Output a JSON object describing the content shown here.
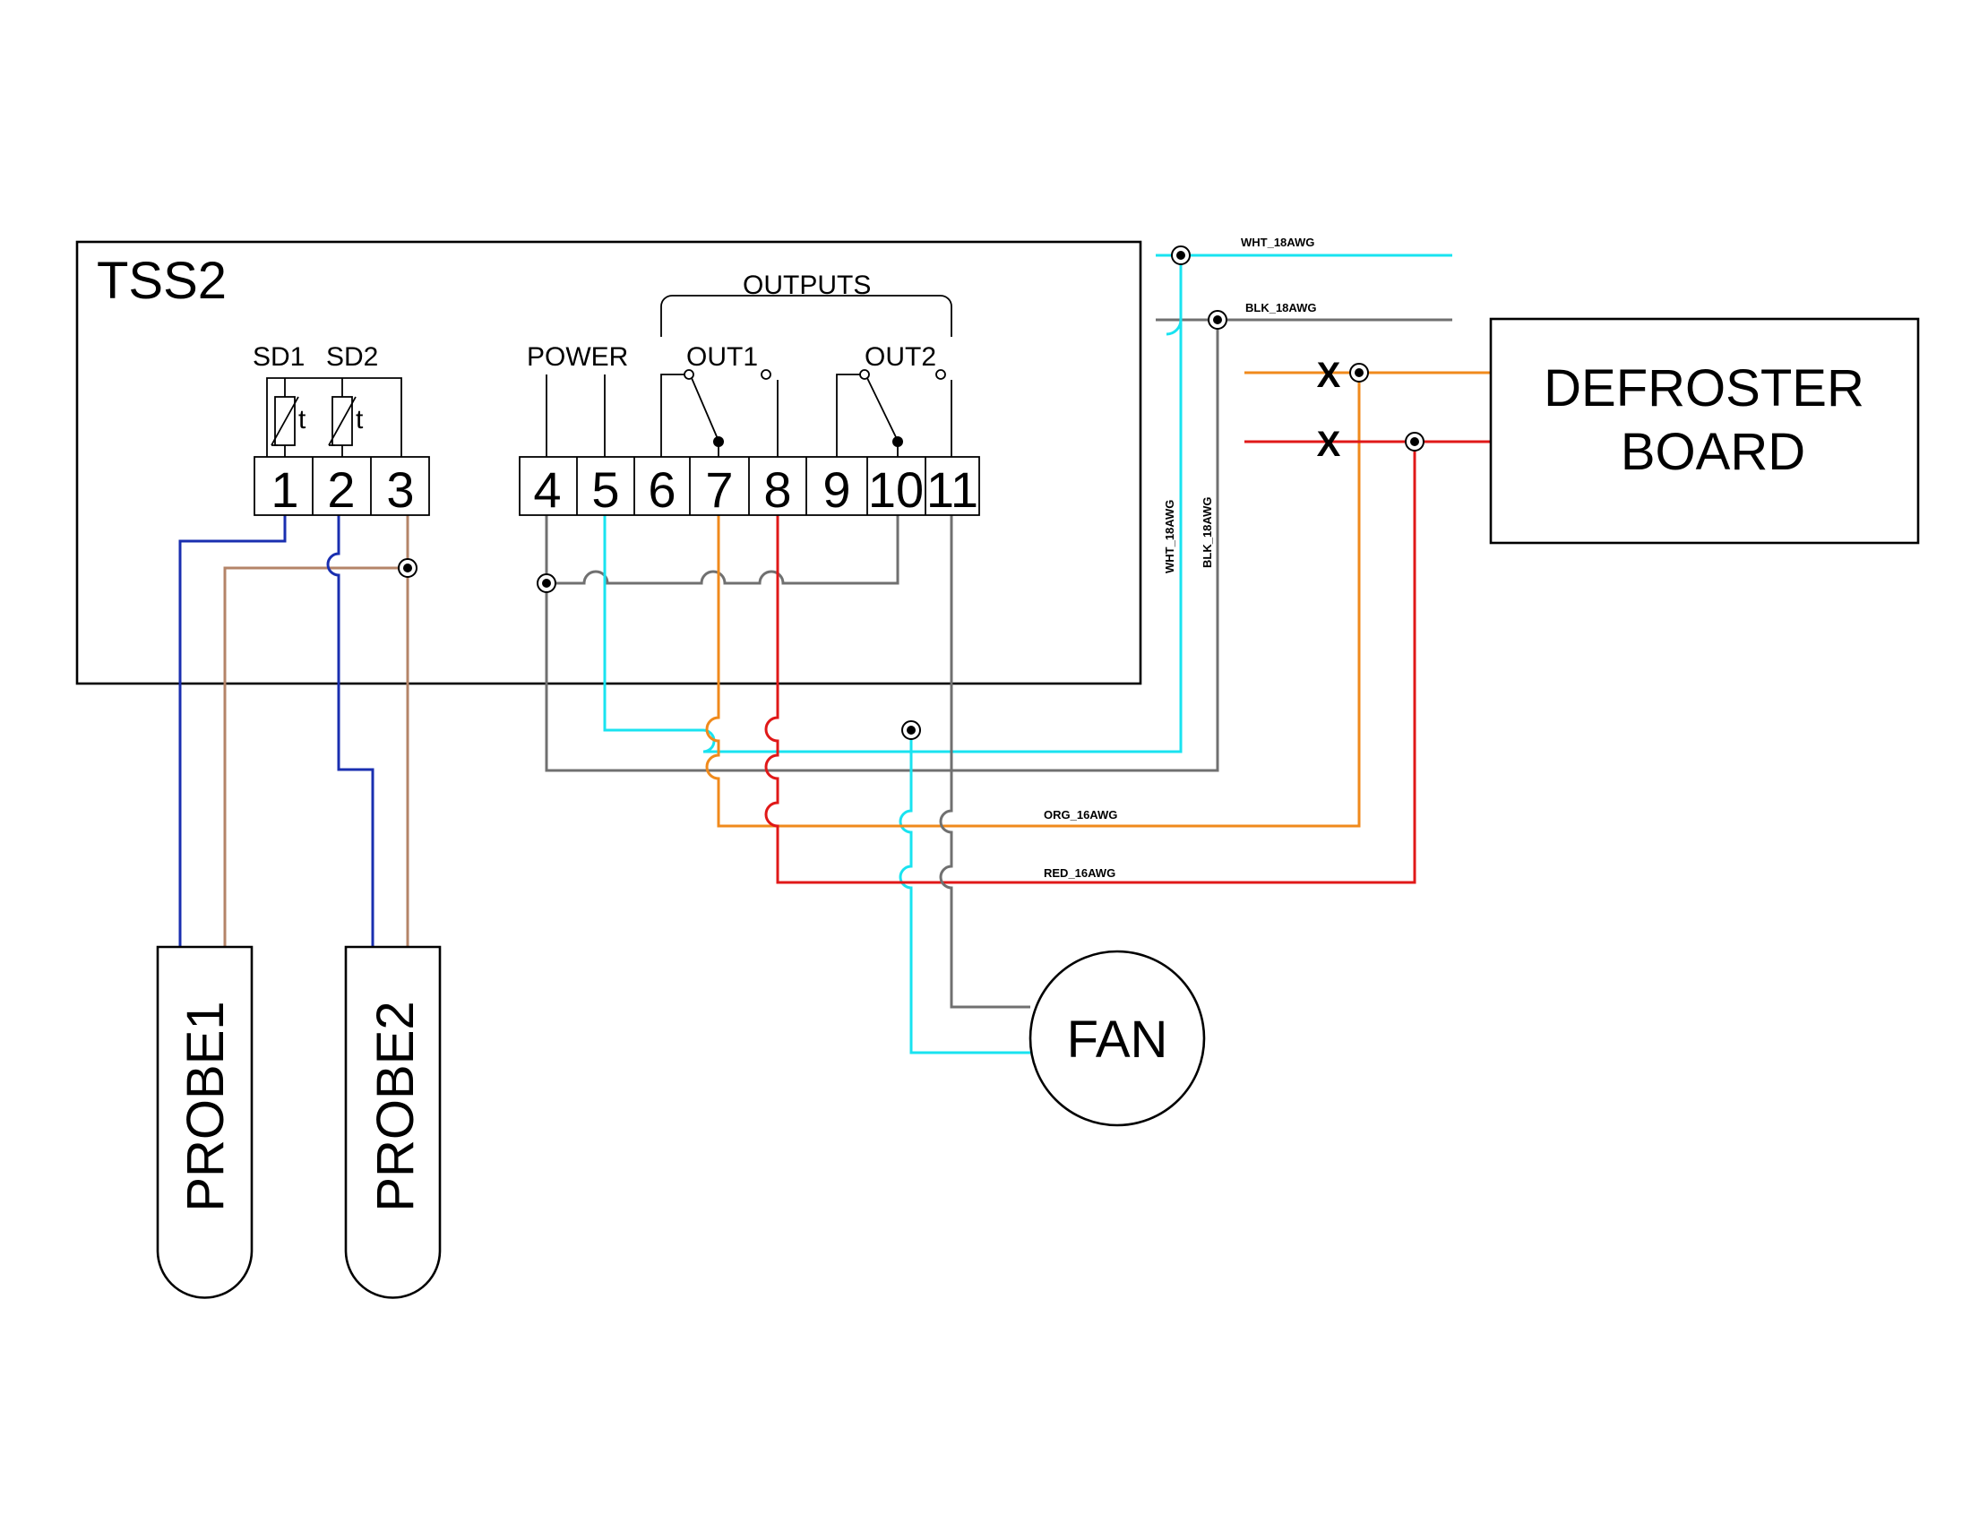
{
  "controller": {
    "title": "TSS2"
  },
  "sensor_labels": {
    "sd1": "SD1",
    "sd2": "SD2",
    "thermistor_symbol": "t"
  },
  "terminals": [
    "1",
    "2",
    "3",
    "4",
    "5",
    "6",
    "7",
    "8",
    "9",
    "10",
    "11"
  ],
  "group_labels": {
    "power": "POWER",
    "outputs": "OUTPUTS",
    "out1": "OUT1",
    "out2": "OUT2"
  },
  "wire_labels": {
    "wht_top": "WHT_18AWG",
    "blk_top": "BLK_18AWG",
    "wht_vertical": "WHT_18AWG",
    "blk_vertical": "BLK_18AWG",
    "org": "ORG_16AWG",
    "red": "RED_16AWG"
  },
  "cut_mark": "X",
  "defroster": {
    "line1": "DEFROSTER",
    "line2": "BOARD"
  },
  "fan": {
    "label": "FAN"
  },
  "probes": {
    "probe1": "PROBE1",
    "probe2": "PROBE2"
  },
  "colors": {
    "white_wire": "#19e3f0",
    "black_wire": "#707070",
    "orange_wire": "#f08a1c",
    "red_wire": "#e01818",
    "blue_wire": "#1a2fb0",
    "brown_wire": "#b48468"
  }
}
